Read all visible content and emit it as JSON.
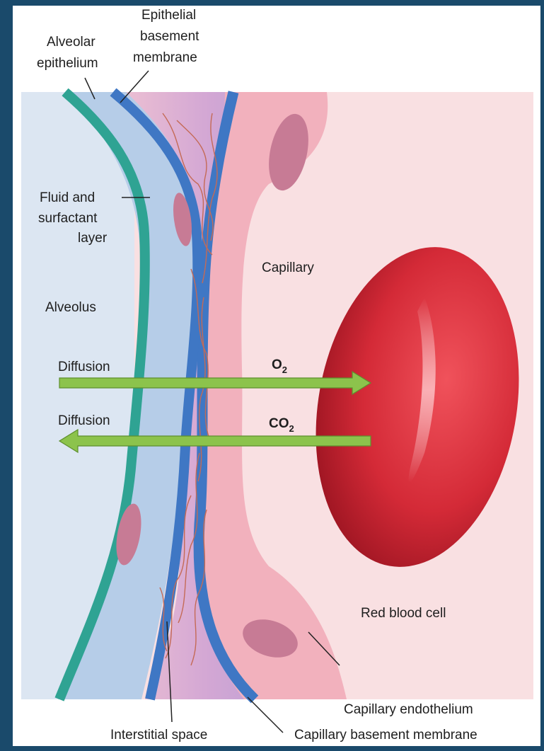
{
  "labels": {
    "alveolar_epithelium": [
      "Alveolar",
      "epithelium"
    ],
    "epithelial_basement_membrane": [
      "Epithelial",
      "basement",
      "membrane"
    ],
    "fluid_surfactant_layer": [
      "Fluid and",
      "surfactant",
      "layer"
    ],
    "alveolus": "Alveolus",
    "capillary": "Capillary",
    "diffusion_o2": "Diffusion",
    "diffusion_co2": "Diffusion",
    "o2": {
      "base": "O",
      "sub": "2"
    },
    "co2": {
      "base": "CO",
      "sub": "2"
    },
    "red_blood_cell": "Red blood cell",
    "interstitial_space": "Interstitial space",
    "capillary_endothelium": "Capillary endothelium",
    "capillary_basement_membrane": "Capillary basement membrane"
  },
  "colors": {
    "frame": "#1a4a6b",
    "background": "#ffffff",
    "alveolus": "#dce6f2",
    "capillary": "#f9e0e2",
    "epithelium": "#b6cde8",
    "surfactant_layer": "#2fa393",
    "basement_membrane": "#3f77c4",
    "interstitium": "#d8b4d6",
    "endothelium": "#f2b1bd",
    "nucleus": "#c77b95",
    "red_blood_cell": "#cf2634",
    "arrow": "#8cc34c",
    "fiber": "#c46a56"
  }
}
